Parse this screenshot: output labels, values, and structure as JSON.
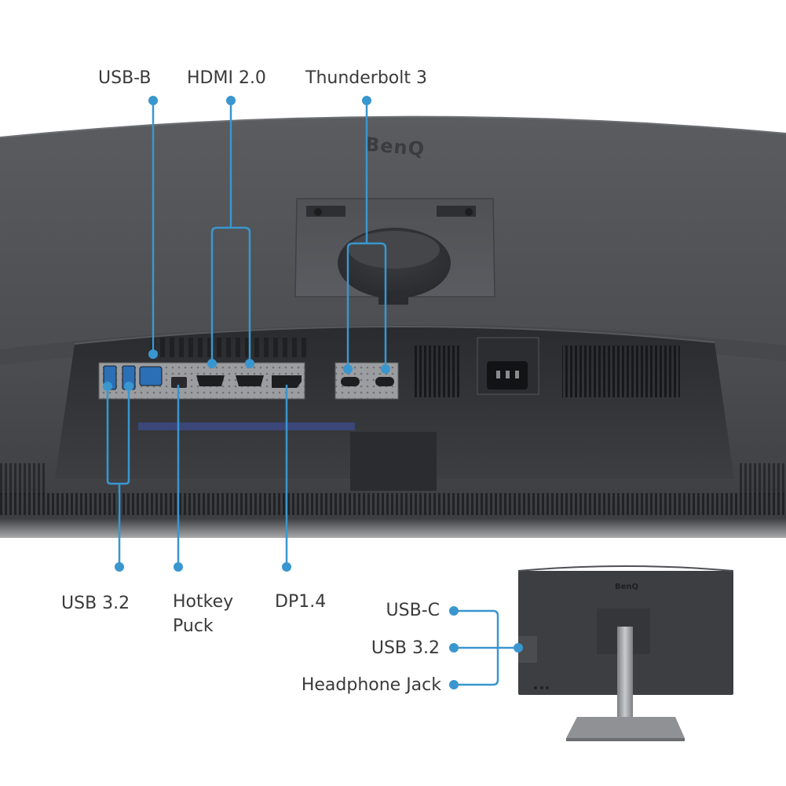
{
  "brand": "BenQ",
  "inset_brand": "BenQ",
  "accent_color": "#3a96cf",
  "labels": {
    "usb_b": "USB-B",
    "hdmi": "HDMI 2.0",
    "thunderbolt": "Thunderbolt 3",
    "usb32_bottom": "USB 3.2",
    "hotkey_puck": "Hotkey\nPuck",
    "dp": "DP1.4",
    "usb_c": "USB-C",
    "usb32_side": "USB 3.2",
    "headphone": "Headphone Jack"
  }
}
